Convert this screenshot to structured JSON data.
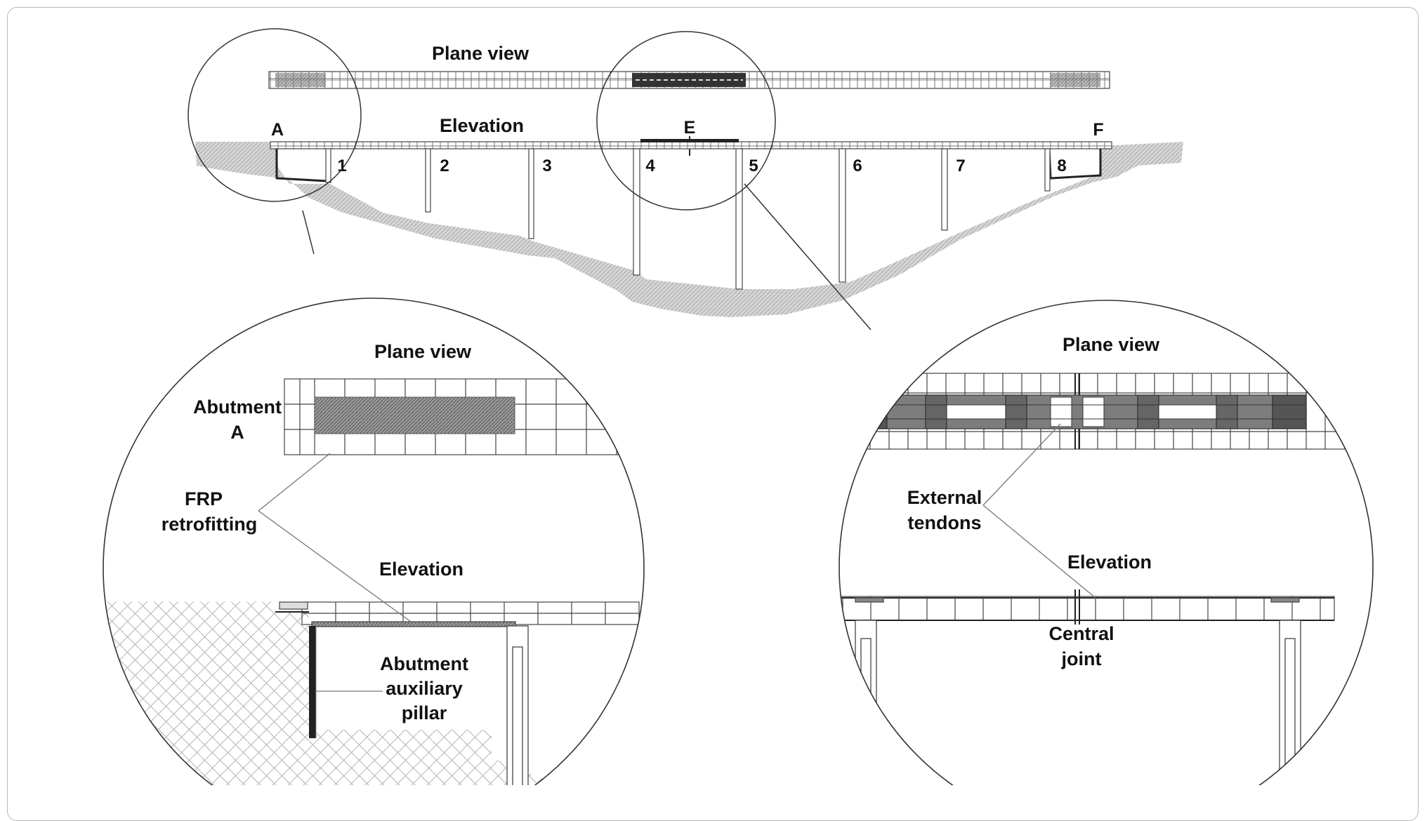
{
  "overview": {
    "plane_view_title": "Plane view",
    "elevation_title": "Elevation",
    "support_labels": {
      "A": "A",
      "E": "E",
      "F": "F"
    },
    "pier_numbers": [
      "1",
      "2",
      "3",
      "4",
      "5",
      "6",
      "7",
      "8"
    ]
  },
  "detail_left": {
    "plane_view_title": "Plane view",
    "abutment_label_line1": "Abutment",
    "abutment_label_line2": "A",
    "frp_label_line1": "FRP",
    "frp_label_line2": "retrofitting",
    "elevation_title": "Elevation",
    "pillar_label_line1": "Abutment",
    "pillar_label_line2": "auxiliary",
    "pillar_label_line3": "pillar"
  },
  "detail_right": {
    "plane_view_title": "Plane view",
    "tendons_label_line1": "External",
    "tendons_label_line2": "tendons",
    "elevation_title": "Elevation",
    "joint_label_line1": "Central",
    "joint_label_line2": "joint"
  },
  "colors": {
    "ground_fill": "#cfcfcf",
    "line": "#3a3a3a",
    "hatch": "#777777",
    "frame_border": "#b8b8b8"
  }
}
